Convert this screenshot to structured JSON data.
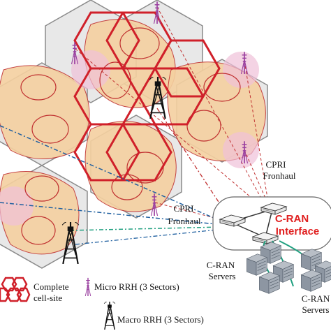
{
  "labels": {
    "cpri_top": [
      "CPRI",
      "Fronhaul"
    ],
    "cpri_mid": [
      "CPRI",
      "Fronhaul"
    ],
    "cran_interface": [
      "C-RAN",
      "Interface"
    ],
    "cran_servers_left": [
      "C-RAN",
      "Servers"
    ],
    "cran_servers_right": [
      "C-RAN",
      "Servers"
    ]
  },
  "legend": {
    "complete_cell_site": [
      "Complete",
      "cell-site"
    ],
    "micro_rrh": "Micro RRH (3 Sectors)",
    "macro_rrh": "Macro RRH (3 Sectors)"
  },
  "colors": {
    "hex_fill": "#e8e8e8",
    "hex_stroke_gray": "#8a8a8a",
    "hex_stroke_red": "#d0202a",
    "coverage_fill": "#f5d0a0",
    "coverage_pink": "#f0c0d8",
    "sector_stroke": "#c03030",
    "fronthaul_red": "#c03030",
    "fronthaul_blue": "#2060a0",
    "fronthaul_green": "#20a080",
    "micro_antenna": "#9a40a0",
    "macro_tower": "#111111"
  },
  "icons": {
    "micro": "micro-rrh-antenna-icon",
    "macro": "macro-rrh-tower-icon",
    "server": "server-rack-icon",
    "switch": "network-switch-icon"
  }
}
